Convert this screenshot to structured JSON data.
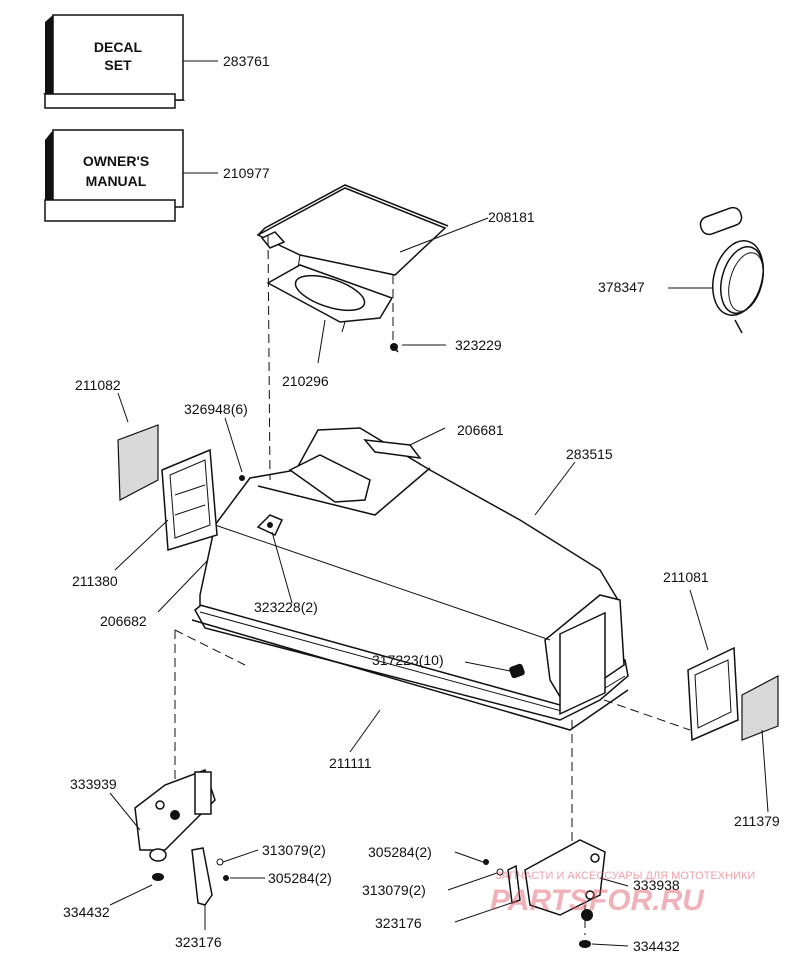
{
  "boxes": {
    "decal_set": {
      "line1": "DECAL",
      "line2": "SET",
      "part": "283761"
    },
    "owners_manual": {
      "line1": "OWNER'S",
      "line2": "MANUAL",
      "part": "210977"
    }
  },
  "parts": [
    {
      "id": "208181"
    },
    {
      "id": "378347"
    },
    {
      "id": "210296"
    },
    {
      "id": "323229"
    },
    {
      "id": "211082"
    },
    {
      "id": "326948(6)"
    },
    {
      "id": "206681"
    },
    {
      "id": "283515"
    },
    {
      "id": "211380"
    },
    {
      "id": "206682"
    },
    {
      "id": "323228(2)"
    },
    {
      "id": "211081"
    },
    {
      "id": "317223(10)"
    },
    {
      "id": "211111"
    },
    {
      "id": "211379"
    },
    {
      "id": "333939"
    },
    {
      "id": "313079(2)"
    },
    {
      "id": "305284(2)"
    },
    {
      "id": "334432"
    },
    {
      "id": "323176"
    },
    {
      "id": "305284(2)"
    },
    {
      "id": "313079(2)"
    },
    {
      "id": "333938"
    },
    {
      "id": "323176"
    },
    {
      "id": "334432"
    }
  ],
  "watermark": {
    "tagline": "ЗАПЧАСТИ И АКСЕССУАРЫ ДЛЯ МОТОТЕХНИКИ",
    "logo": "PARTSFOR.RU",
    "color": "#e05566"
  }
}
